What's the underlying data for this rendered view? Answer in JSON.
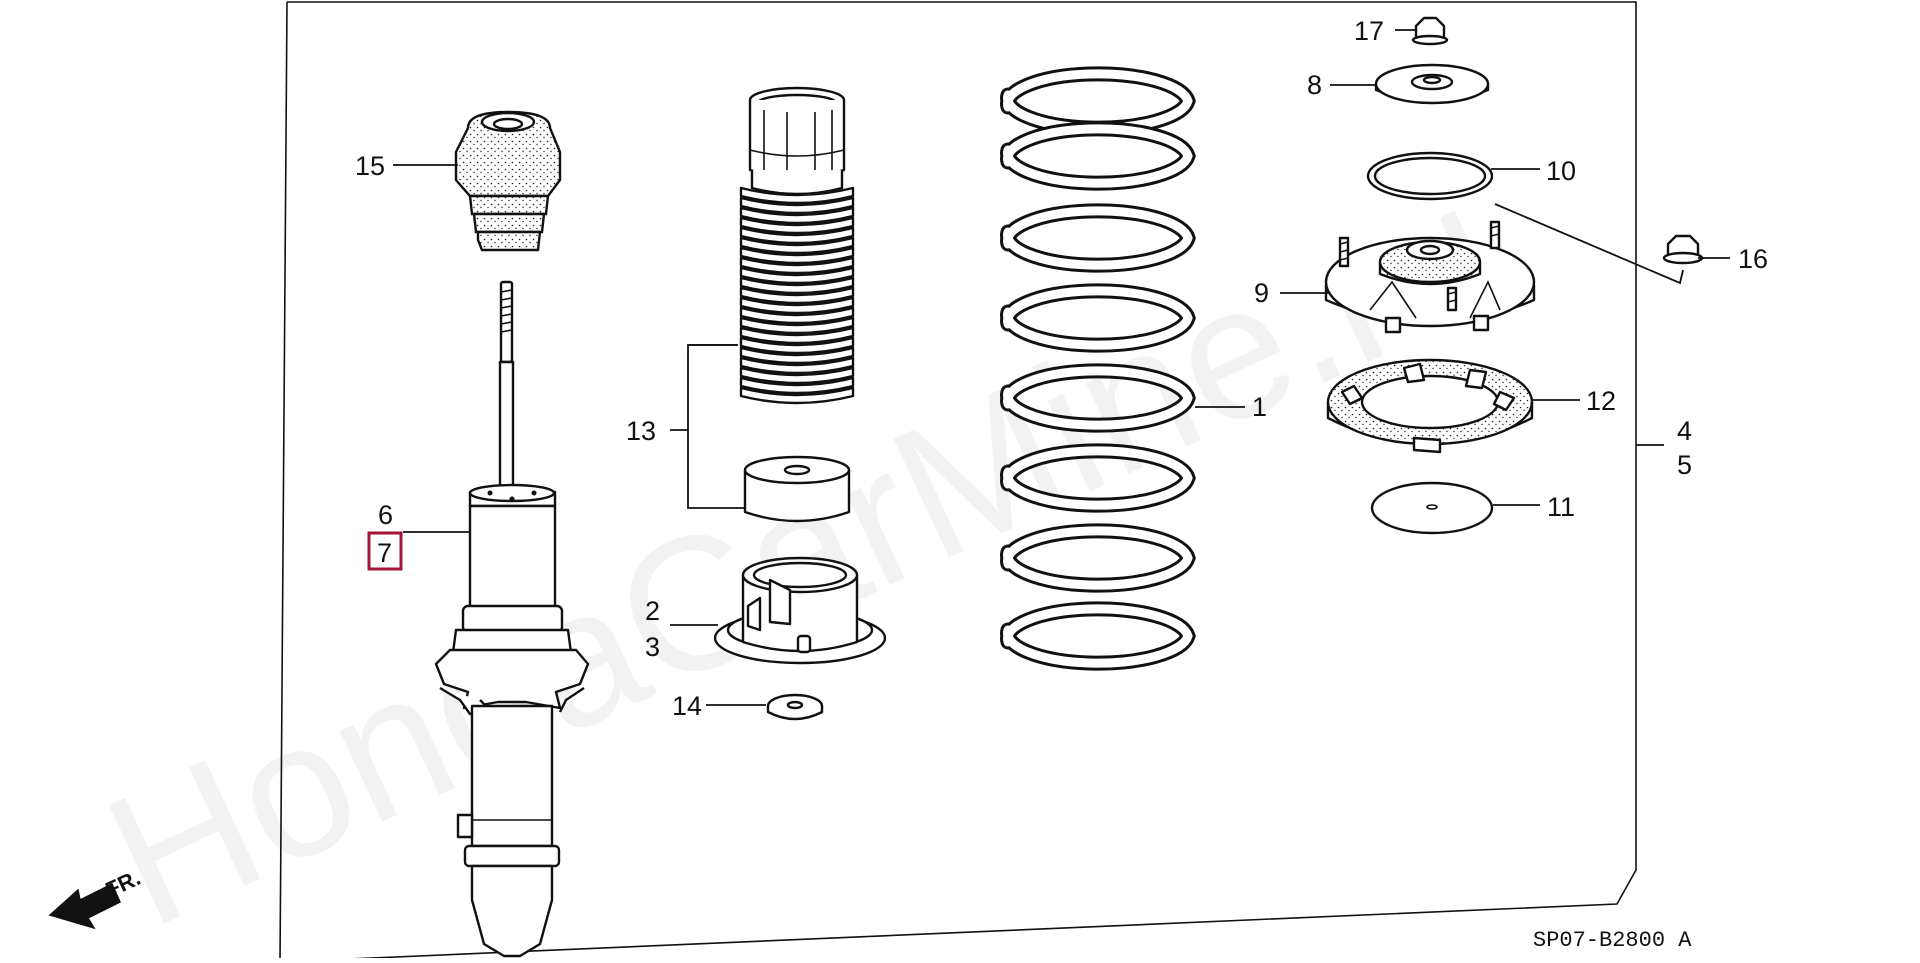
{
  "diagram": {
    "drawing_code": "SP07-B2800 A",
    "watermark": "HondaCarMine.ru",
    "direction_label": "FR.",
    "highlighted_callout": "7",
    "callouts": {
      "c1": "1",
      "c2": "2",
      "c3": "3",
      "c4": "4",
      "c5": "5",
      "c6": "6",
      "c7": "7",
      "c8": "8",
      "c9": "9",
      "c10": "10",
      "c11": "11",
      "c12": "12",
      "c13": "13",
      "c14": "14",
      "c15": "15",
      "c16": "16",
      "c17": "17"
    },
    "parts": [
      {
        "callout": "1",
        "part": "coil-spring"
      },
      {
        "callout": "2",
        "part": "spring-lower-seat"
      },
      {
        "callout": "3",
        "part": "spring-lower-seat"
      },
      {
        "callout": "4",
        "part": "mount-assembly"
      },
      {
        "callout": "5",
        "part": "mount-assembly"
      },
      {
        "callout": "6",
        "part": "shock-absorber"
      },
      {
        "callout": "7",
        "part": "shock-absorber"
      },
      {
        "callout": "8",
        "part": "top-washer"
      },
      {
        "callout": "9",
        "part": "mount-base"
      },
      {
        "callout": "10",
        "part": "o-ring"
      },
      {
        "callout": "11",
        "part": "thin-washer"
      },
      {
        "callout": "12",
        "part": "spring-upper-seat"
      },
      {
        "callout": "13",
        "part": "dust-boot-and-stopper"
      },
      {
        "callout": "14",
        "part": "washer"
      },
      {
        "callout": "15",
        "part": "bump-rubber"
      },
      {
        "callout": "16",
        "part": "flange-nut"
      },
      {
        "callout": "17",
        "part": "self-locking-nut"
      }
    ]
  }
}
